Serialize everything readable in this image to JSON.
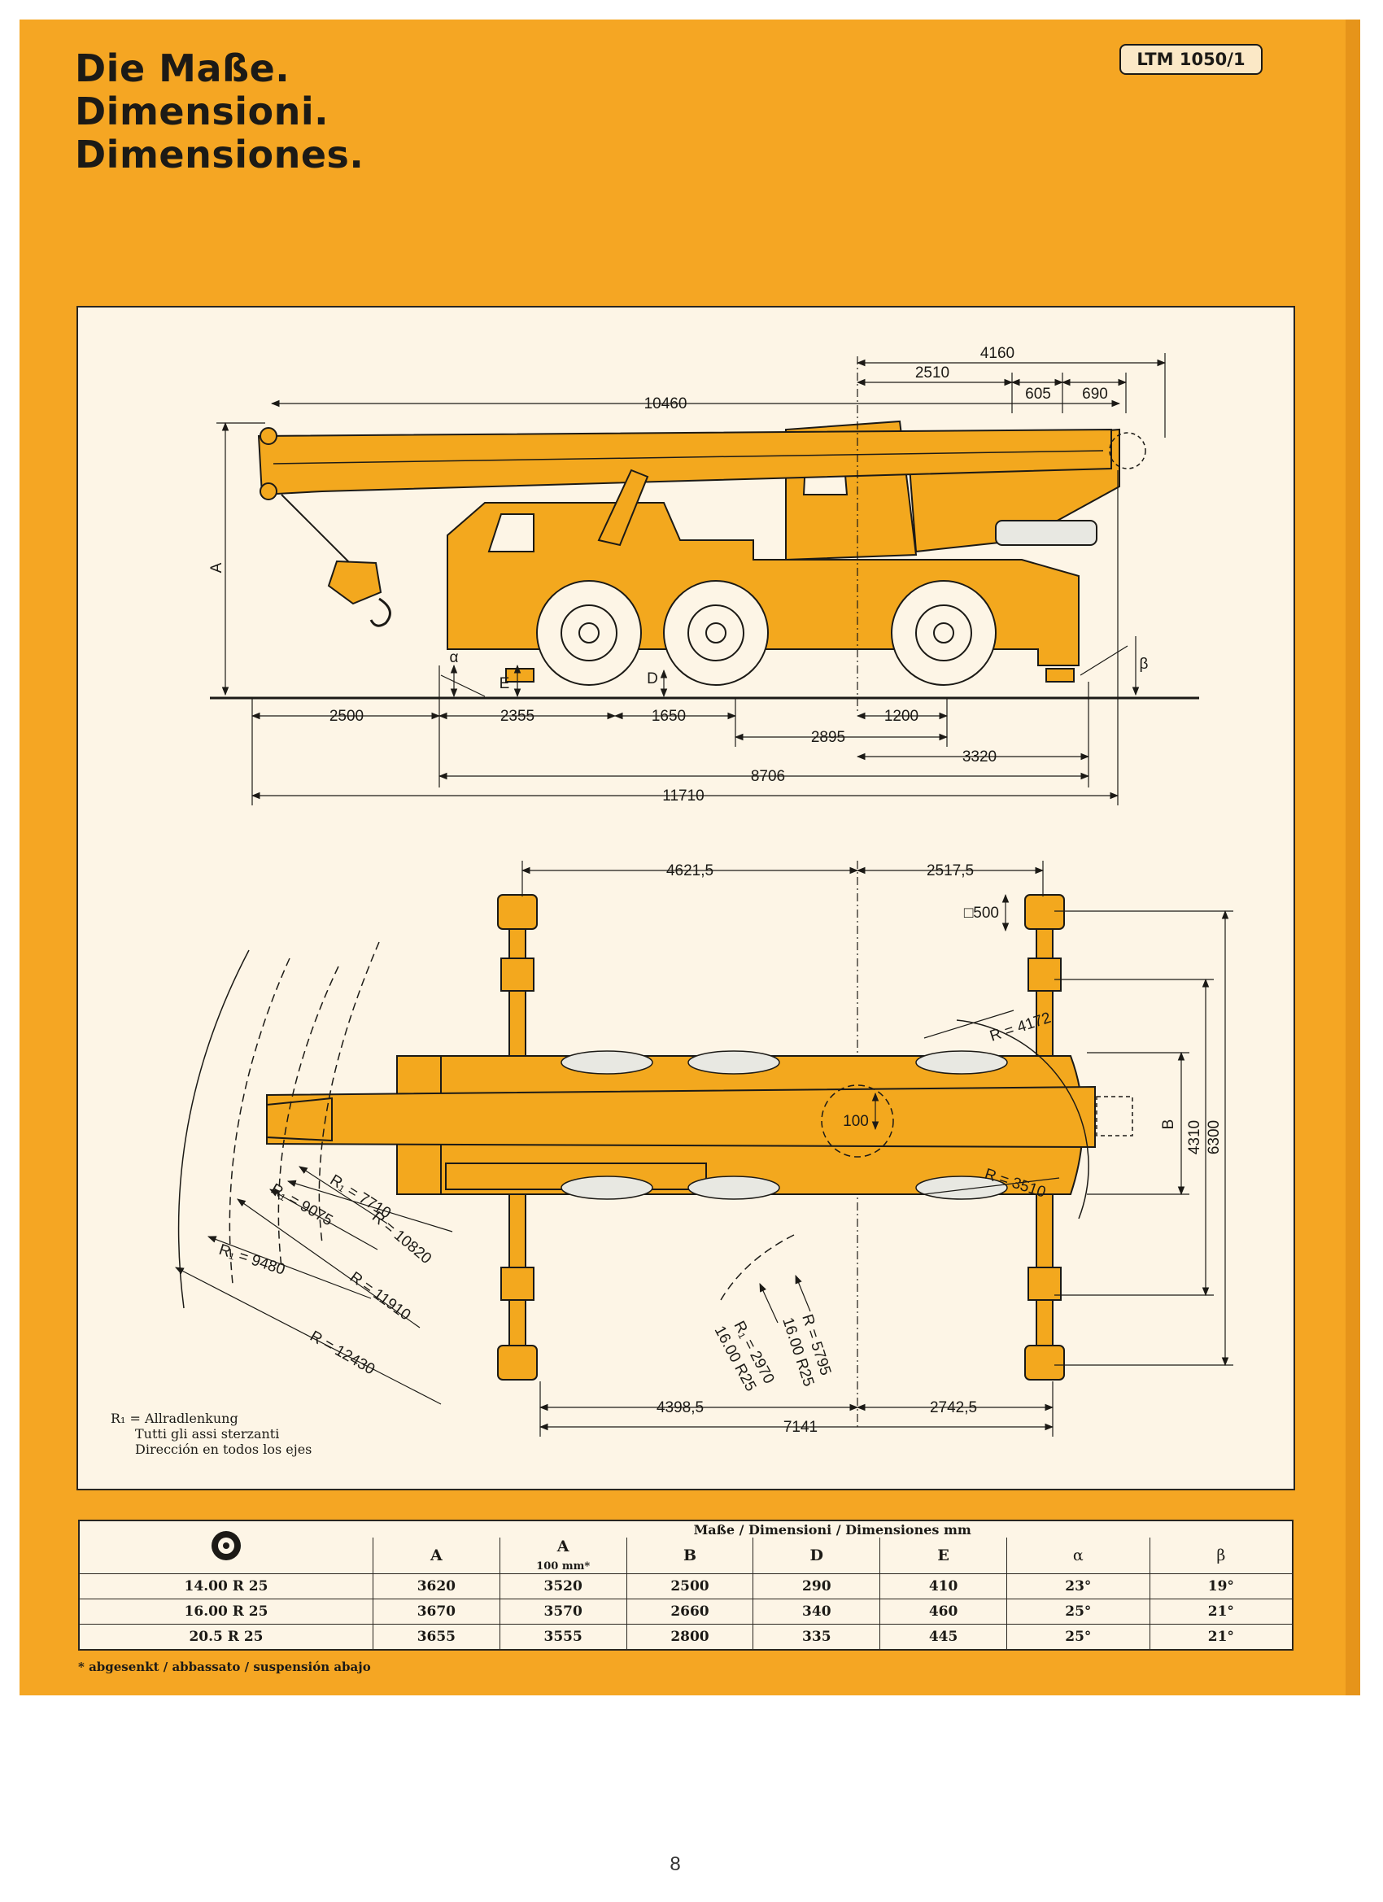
{
  "header": {
    "title_lines": [
      "Die Maße.",
      "Dimensioni.",
      "Dimensiones."
    ],
    "model": "LTM 1050/1"
  },
  "colors": {
    "page": "#f5a623",
    "crane": "#f3a81e",
    "panel": "#fdf5e6",
    "ink": "#1c1a16"
  },
  "side_view": {
    "dims": {
      "d4160": "4160",
      "d2510": "2510",
      "d605": "605",
      "d690": "690",
      "d10460": "10460",
      "d2500": "2500",
      "d2355": "2355",
      "d1650": "1650",
      "d1200": "1200",
      "d2895": "2895",
      "d3320": "3320",
      "d8706": "8706",
      "d11710": "11710"
    },
    "letters": {
      "a": "A",
      "alpha": "α",
      "e": "E",
      "d": "D",
      "beta": "β"
    }
  },
  "top_view": {
    "dims": {
      "d4621": "4621,5",
      "d2517": "2517,5",
      "sq500": "□500",
      "d100": "100",
      "b": "B",
      "d4310": "4310",
      "d6300": "6300",
      "d4398": "4398,5",
      "d2742": "2742,5",
      "d7141": "7141",
      "r4172": "R = 4172",
      "r3510": "R = 3510"
    },
    "radii": {
      "r7710": "R₁ = 7710",
      "r9075": "R₁ = 9075",
      "r10820": "R = 10820",
      "r9480": "R₁ = 9480",
      "r11910": "R = 11910",
      "r12430": "R = 12430",
      "r5795": "R = 5795",
      "t1600a": "16.00 R25",
      "r2970": "R₁ = 2970",
      "t1600b": "16.00 R25"
    },
    "note": {
      "line1": "R₁ = Allradlenkung",
      "line2": "Tutti gli assi sterzanti",
      "line3": "Dirección en todos los ejes"
    }
  },
  "table": {
    "caption": "Maße / Dimensioni / Dimensiones mm",
    "tire_icon": "tire-icon",
    "headers": [
      "A",
      "A",
      "B",
      "D",
      "E",
      "α",
      "β"
    ],
    "a_note": "100 mm*",
    "rows": [
      {
        "tire": "14.00 R 25",
        "values": [
          "3620",
          "3520",
          "2500",
          "290",
          "410",
          "23°",
          "19°"
        ]
      },
      {
        "tire": "16.00 R 25",
        "values": [
          "3670",
          "3570",
          "2660",
          "340",
          "460",
          "25°",
          "21°"
        ]
      },
      {
        "tire": "20.5 R 25",
        "values": [
          "3655",
          "3555",
          "2800",
          "335",
          "445",
          "25°",
          "21°"
        ]
      }
    ],
    "footnote": "* abgesenkt / abbassato / suspensión abajo"
  },
  "page_number": "8"
}
